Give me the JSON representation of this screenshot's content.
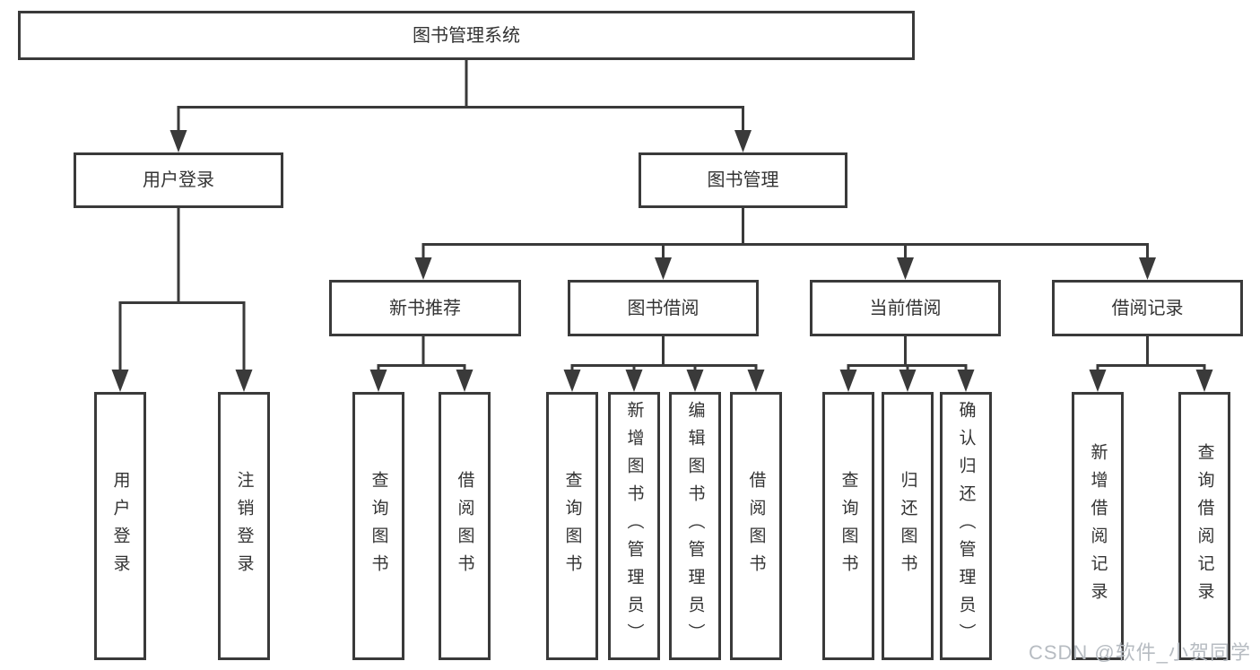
{
  "tree": {
    "root": {
      "label": "图书管理系统",
      "children": [
        {
          "label": "用户登录",
          "children": [
            {
              "label": "用户登录"
            },
            {
              "label": "注销登录"
            }
          ]
        },
        {
          "label": "图书管理",
          "children": [
            {
              "label": "新书推荐",
              "children": [
                {
                  "label": "查询图书"
                },
                {
                  "label": "借阅图书"
                }
              ]
            },
            {
              "label": "图书借阅",
              "children": [
                {
                  "label": "查询图书"
                },
                {
                  "label": "新增图书（管理员）"
                },
                {
                  "label": "编辑图书（管理员）"
                },
                {
                  "label": "借阅图书"
                }
              ]
            },
            {
              "label": "当前借阅",
              "children": [
                {
                  "label": "查询图书"
                },
                {
                  "label": "归还图书"
                },
                {
                  "label": "确认归还（管理员）"
                }
              ]
            },
            {
              "label": "借阅记录",
              "children": [
                {
                  "label": "新增借阅记录"
                },
                {
                  "label": "查询借阅记录"
                }
              ]
            }
          ]
        }
      ]
    }
  },
  "watermark": {
    "text": "CSDN @软件_小贺同学"
  },
  "colors": {
    "line": "#3a3a3a",
    "text": "#333333",
    "background": "#ffffff",
    "watermark": "#b7bcc2"
  }
}
